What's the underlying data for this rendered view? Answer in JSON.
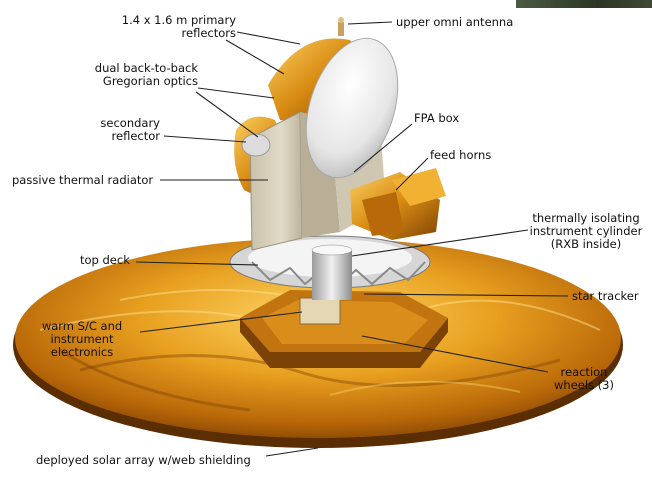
{
  "labels": {
    "primary_reflectors": [
      "1.4 x 1.6 m primary",
      "reflectors"
    ],
    "upper_omni_antenna": "upper omni antenna",
    "gregorian_optics": [
      "dual back-to-back",
      "Gregorian optics"
    ],
    "secondary_reflector": [
      "secondary",
      "reflector"
    ],
    "fpa_box": "FPA box",
    "feed_horns": "feed horns",
    "passive_thermal_radiator": "passive thermal radiator",
    "instrument_cylinder": [
      "thermally isolating",
      "instrument cylinder",
      "(RXB inside)"
    ],
    "top_deck": "top deck",
    "star_tracker": "star tracker",
    "warm_electronics": [
      "warm S/C and",
      "instrument",
      "electronics"
    ],
    "reaction_wheels": [
      "reaction",
      "wheels (3)"
    ],
    "solar_array": "deployed solar array w/web shielding"
  },
  "colors": {
    "gold_light": "#f7c040",
    "gold_mid": "#d98a10",
    "gold_dark": "#8a4a06",
    "radiator": "#d8d0bc",
    "dish": "#ededed",
    "leader": "#222222"
  }
}
